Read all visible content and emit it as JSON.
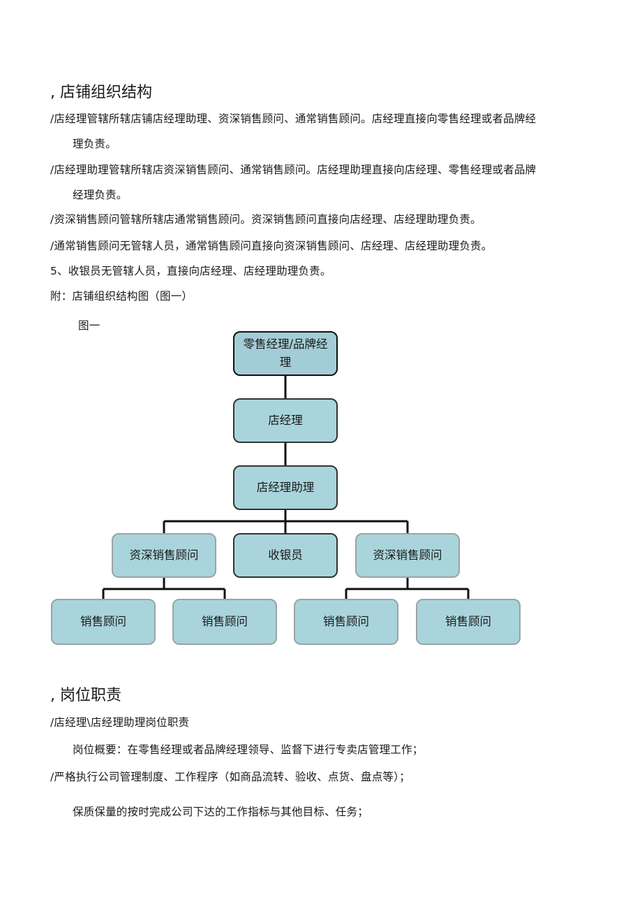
{
  "section1": {
    "title": ", 店铺组织结构",
    "p1a": "/店经理管辖所辖店铺店经理助理、资深销售顾问、通常销售顾问。店经理直接向零售经理或者品牌经",
    "p1b": "理负责。",
    "p2a": "/店经理助理管辖所辖店资深销售顾问、通常销售顾问。店经理助理直接向店经理、零售经理或者品牌",
    "p2b": "经理负责。",
    "p3": "/资深销售顾问管辖所辖店通常销售顾问。资深销售顾问直接向店经理、店经理助理负责。",
    "p4": "/通常销售顾问无管辖人员，通常销售顾问直接向资深销售顾问、店经理、店经理助理负责。",
    "p5": "5、收银员无管辖人员，直接向店经理、店经理助理负责。",
    "p6": "附：店铺组织结构图（图一）"
  },
  "figure": {
    "caption": "图一",
    "nodes": {
      "retail_manager": "零售经理/品牌经理",
      "store_manager": "店经理",
      "assistant_manager": "店经理助理",
      "senior_left": "资深销售顾问",
      "cashier": "收银员",
      "senior_right": "资深销售顾问",
      "sales1": "销售顾问",
      "sales2": "销售顾问",
      "sales3": "销售顾问",
      "sales4": "销售顾问"
    },
    "colors": {
      "node_fill": "#a9d4dc",
      "line": "#111111"
    }
  },
  "section2": {
    "title": ", 岗位职责",
    "p1": "/店经理\\店经理助理岗位职责",
    "p2": "岗位概要：在零售经理或者品牌经理领导、监督下进行专卖店管理工作；",
    "p3": "/严格执行公司管理制度、工作程序（如商品流转、验收、点货、盘点等）；",
    "p4": "保质保量的按时完成公司下达的工作指标与其他目标、任务；"
  }
}
